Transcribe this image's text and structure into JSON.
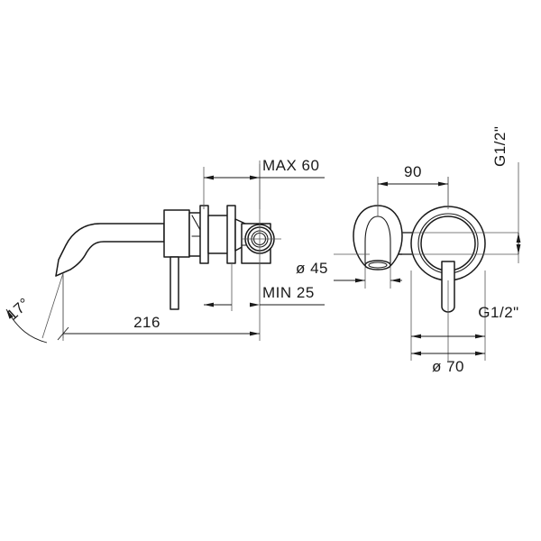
{
  "document": {
    "type": "technical-dimension-drawing",
    "subject": "wall-mounted basin mixer tap",
    "background_color": "#ffffff",
    "line_color": "#1a1a1a",
    "extension_line_color": "#555555",
    "views": [
      {
        "name": "side-elevation",
        "position": "left"
      },
      {
        "name": "front-elevation",
        "position": "right"
      }
    ]
  },
  "side_view": {
    "name": "side-elevation",
    "dimensions": {
      "projection_length": "216",
      "max_wall_depth": "MAX 60",
      "min_wall_depth": "MIN 25",
      "spout_angle": "17°"
    }
  },
  "front_view": {
    "name": "front-elevation",
    "dimensions": {
      "center_distance": "90",
      "spout_escutcheon_diameter": "ø 45",
      "handle_escutcheon_diameter": "ø 70",
      "inlet_thread_vertical": "G1/2\"",
      "inlet_thread_horizontal": "G1/2\""
    }
  },
  "labels": {
    "max60": "MAX 60",
    "min25": "MIN 25",
    "length216": "216",
    "angle17": "17°",
    "dim90": "90",
    "dia45": "ø 45",
    "dia70": "ø 70",
    "thread_vertical": "G1/2\"",
    "thread_horizontal": "G1/2\""
  }
}
